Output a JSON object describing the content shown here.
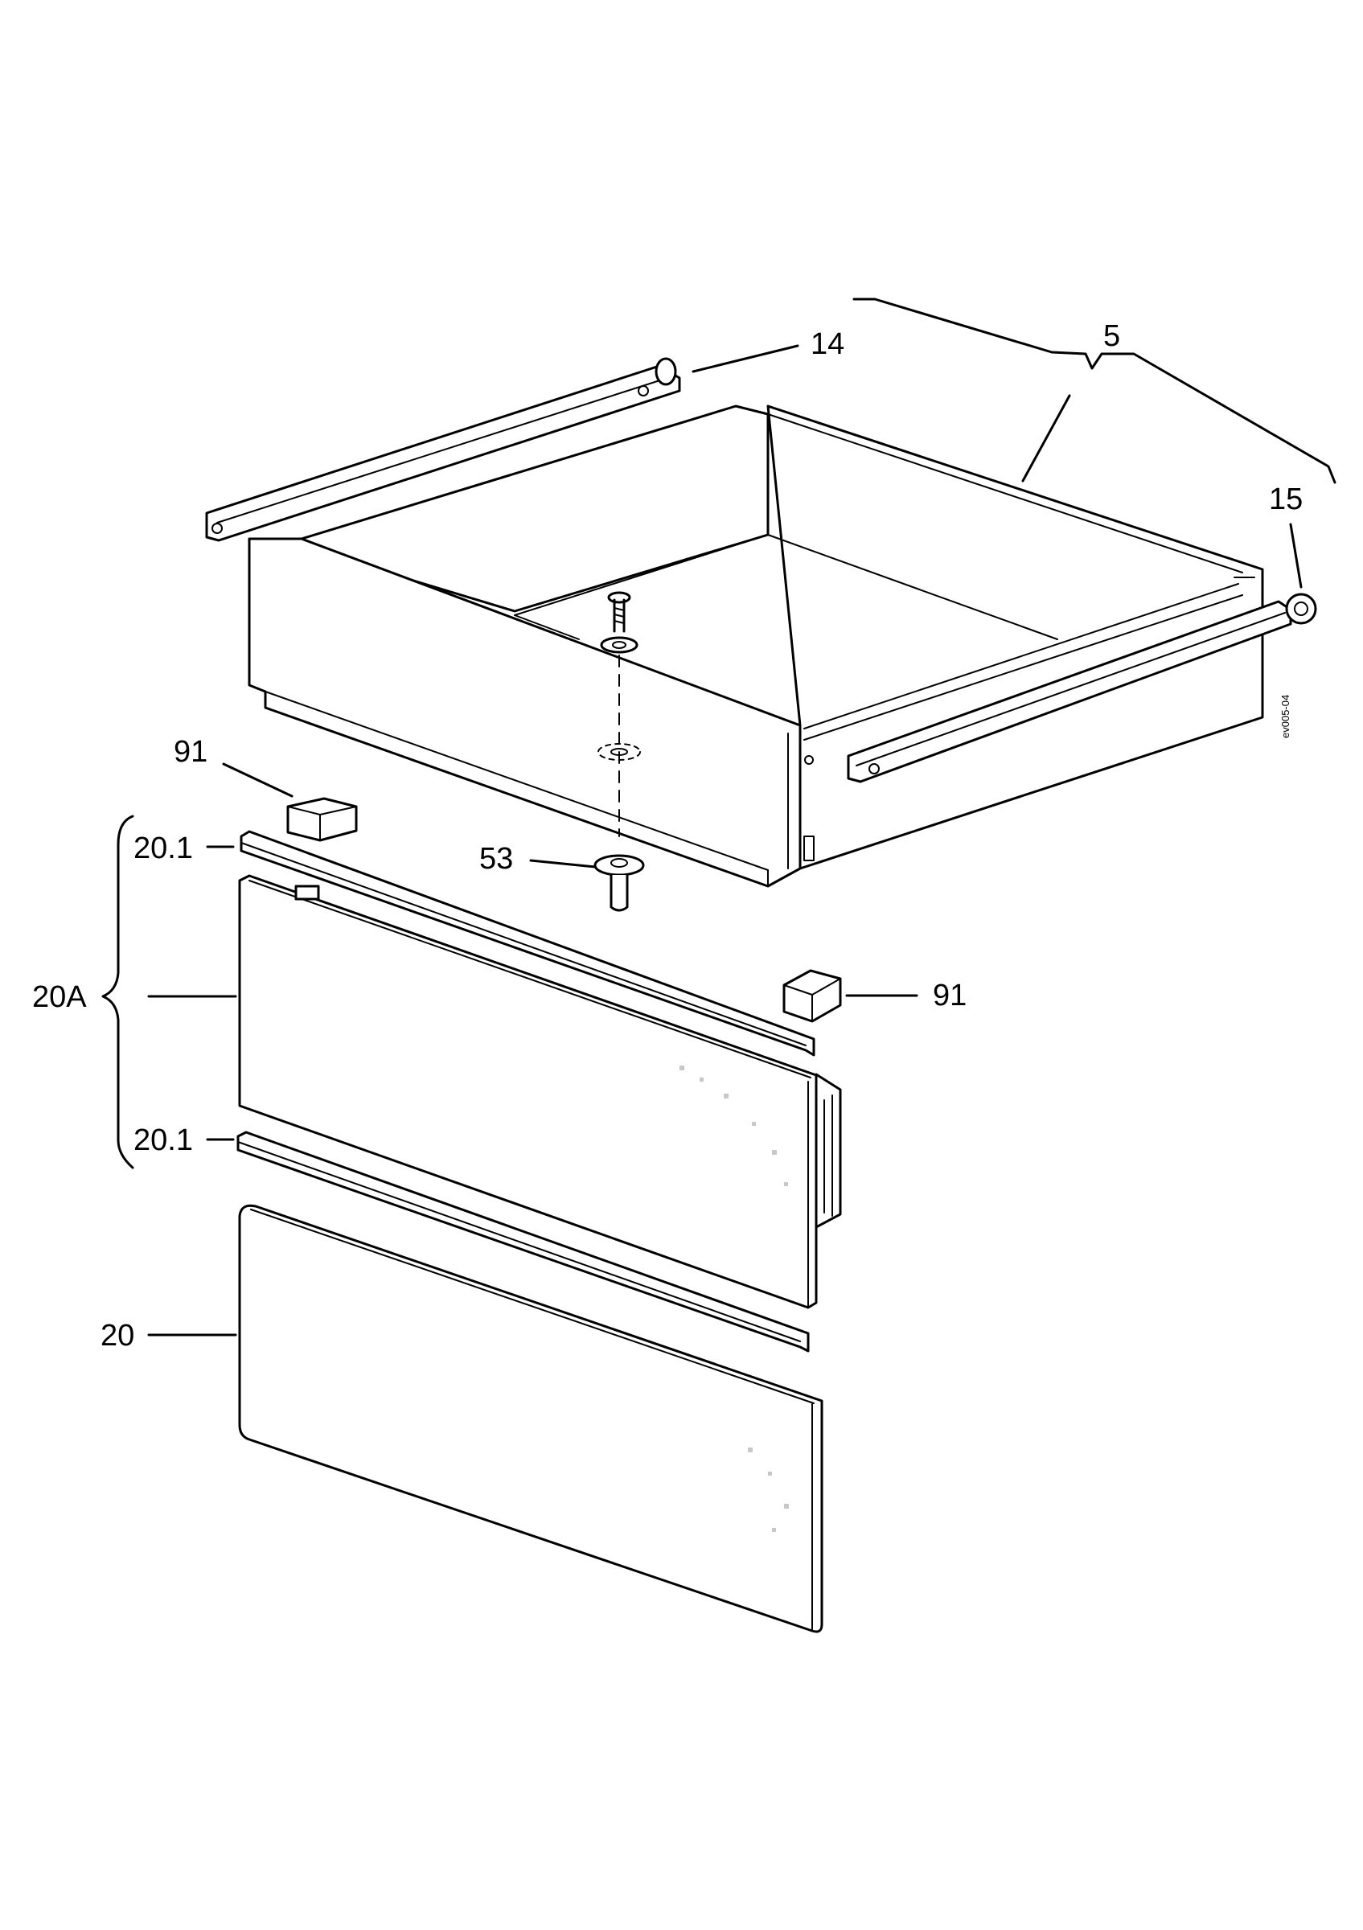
{
  "diagram": {
    "labels": {
      "l5": "5",
      "l14": "14",
      "l15": "15",
      "l91a": "91",
      "l91b": "91",
      "l53": "53",
      "l20_1a": "20.1",
      "l20_1b": "20.1",
      "l20A": "20A",
      "l20": "20"
    },
    "drawing_code": "ev005-04",
    "colors": {
      "line": "#000000",
      "fill": "#ffffff"
    }
  }
}
